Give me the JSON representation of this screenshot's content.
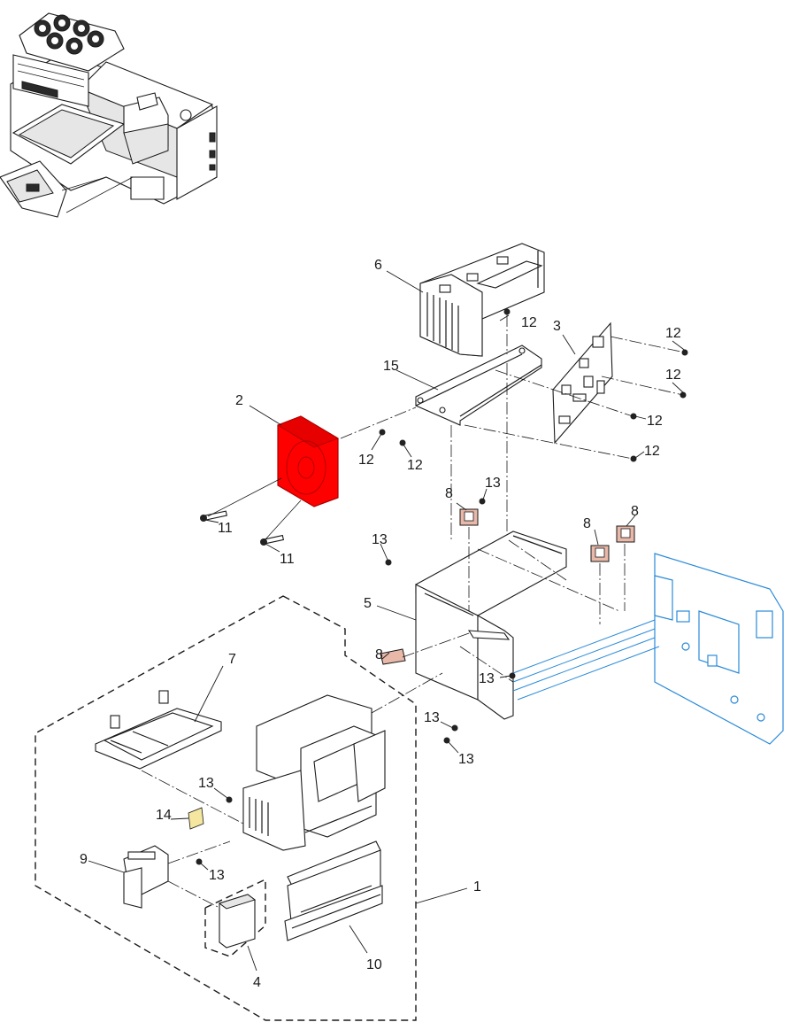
{
  "diagram": {
    "callouts": [
      {
        "id": "c1",
        "text": "1"
      },
      {
        "id": "c2",
        "text": "2"
      },
      {
        "id": "c3",
        "text": "3"
      },
      {
        "id": "c4",
        "text": "4"
      },
      {
        "id": "c5",
        "text": "5"
      },
      {
        "id": "c6",
        "text": "6"
      },
      {
        "id": "c7",
        "text": "7"
      },
      {
        "id": "c8a",
        "text": "8"
      },
      {
        "id": "c8b",
        "text": "8"
      },
      {
        "id": "c8c",
        "text": "8"
      },
      {
        "id": "c8d",
        "text": "8"
      },
      {
        "id": "c9",
        "text": "9"
      },
      {
        "id": "c10",
        "text": "10"
      },
      {
        "id": "c11a",
        "text": "11"
      },
      {
        "id": "c11b",
        "text": "11"
      },
      {
        "id": "c12a",
        "text": "12"
      },
      {
        "id": "c12b",
        "text": "12"
      },
      {
        "id": "c12c",
        "text": "12"
      },
      {
        "id": "c12d",
        "text": "12"
      },
      {
        "id": "c12e",
        "text": "12"
      },
      {
        "id": "c12f",
        "text": "12"
      },
      {
        "id": "c12g",
        "text": "12"
      },
      {
        "id": "c13a",
        "text": "13"
      },
      {
        "id": "c13b",
        "text": "13"
      },
      {
        "id": "c13c",
        "text": "13"
      },
      {
        "id": "c13d",
        "text": "13"
      },
      {
        "id": "c13e",
        "text": "13"
      },
      {
        "id": "c13f",
        "text": "13"
      },
      {
        "id": "c13g",
        "text": "13"
      },
      {
        "id": "c14",
        "text": "14"
      },
      {
        "id": "c15",
        "text": "15"
      }
    ],
    "colors": {
      "highlight_part": "#ff0000",
      "reference_frame": "#2a8ad8",
      "bracket_parts": "#e8b8a8",
      "label_part": "#f5e6a0",
      "line": "#1a1a1a"
    },
    "highlighted_callout": "2"
  }
}
